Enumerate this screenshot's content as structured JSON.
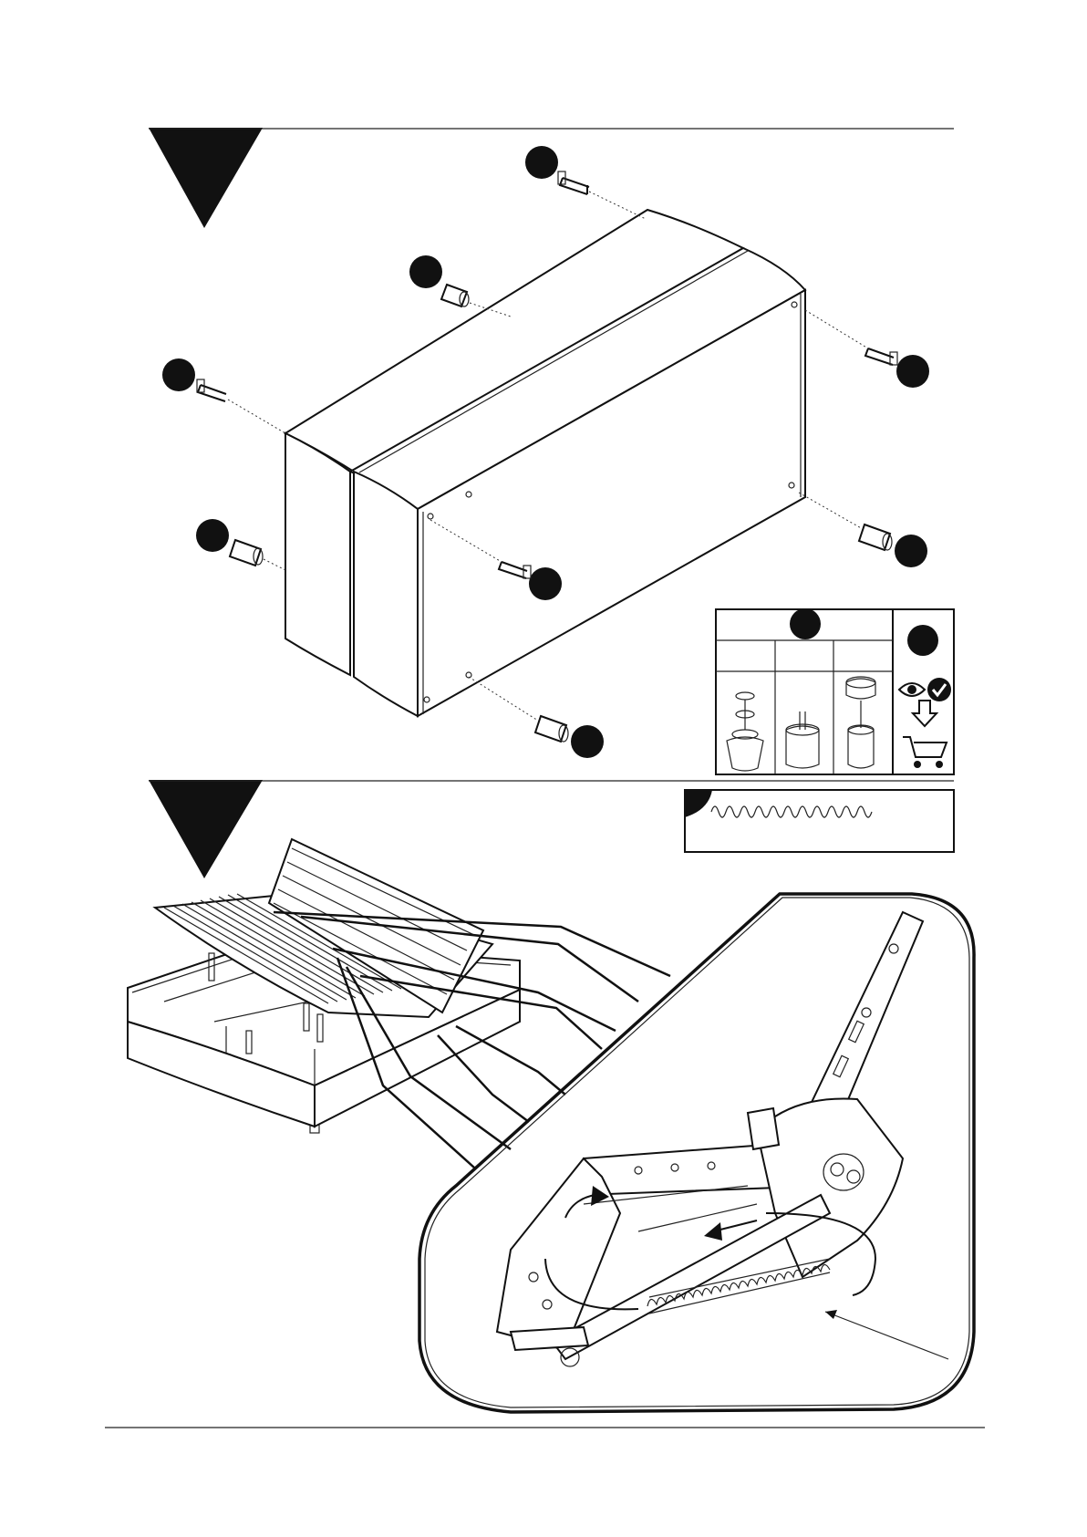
{
  "document": {
    "type": "assembly-instructions",
    "steps": [
      {
        "step_marker": "",
        "parts": [
          "screw",
          "foot",
          "screw",
          "foot",
          "screw",
          "foot",
          "screw",
          "foot"
        ]
      },
      {
        "step_marker": "",
        "parts": [
          "gas-spring",
          "lift-mechanism"
        ]
      }
    ],
    "legend": {
      "columns": 3,
      "icons": [
        "eye-icon",
        "check-icon",
        "arrow-down-icon",
        "cart-icon"
      ]
    },
    "colors": {
      "ink": "#111111",
      "paper": "#ffffff"
    }
  }
}
